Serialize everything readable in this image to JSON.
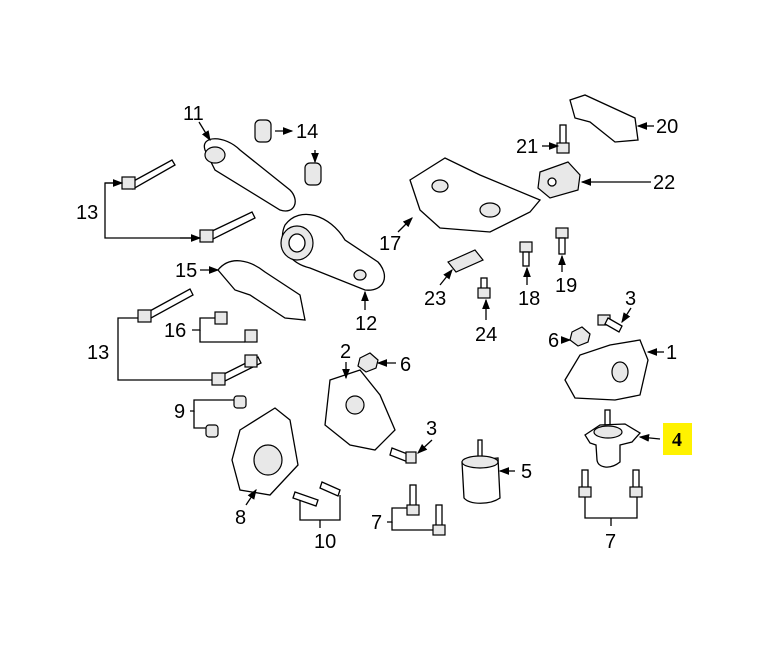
{
  "diagram": {
    "highlight_color": "#FFF200",
    "highlighted_callout": "4",
    "callouts": [
      {
        "id": "c11",
        "text": "11"
      },
      {
        "id": "c14",
        "text": "14"
      },
      {
        "id": "c13a",
        "text": "13"
      },
      {
        "id": "c15",
        "text": "15"
      },
      {
        "id": "c16",
        "text": "16"
      },
      {
        "id": "c13b",
        "text": "13"
      },
      {
        "id": "c9",
        "text": "9"
      },
      {
        "id": "c8",
        "text": "8"
      },
      {
        "id": "c10",
        "text": "10"
      },
      {
        "id": "c2",
        "text": "2"
      },
      {
        "id": "c6a",
        "text": "6"
      },
      {
        "id": "c3a",
        "text": "3"
      },
      {
        "id": "c5",
        "text": "5"
      },
      {
        "id": "c7a",
        "text": "7"
      },
      {
        "id": "c12",
        "text": "12"
      },
      {
        "id": "c17",
        "text": "17"
      },
      {
        "id": "c23",
        "text": "23"
      },
      {
        "id": "c24",
        "text": "24"
      },
      {
        "id": "c18",
        "text": "18"
      },
      {
        "id": "c19",
        "text": "19"
      },
      {
        "id": "c21",
        "text": "21"
      },
      {
        "id": "c20",
        "text": "20"
      },
      {
        "id": "c22",
        "text": "22"
      },
      {
        "id": "c3b",
        "text": "3"
      },
      {
        "id": "c6b",
        "text": "6"
      },
      {
        "id": "c1",
        "text": "1"
      },
      {
        "id": "c4",
        "text": "4"
      },
      {
        "id": "c7b",
        "text": "7"
      }
    ]
  }
}
